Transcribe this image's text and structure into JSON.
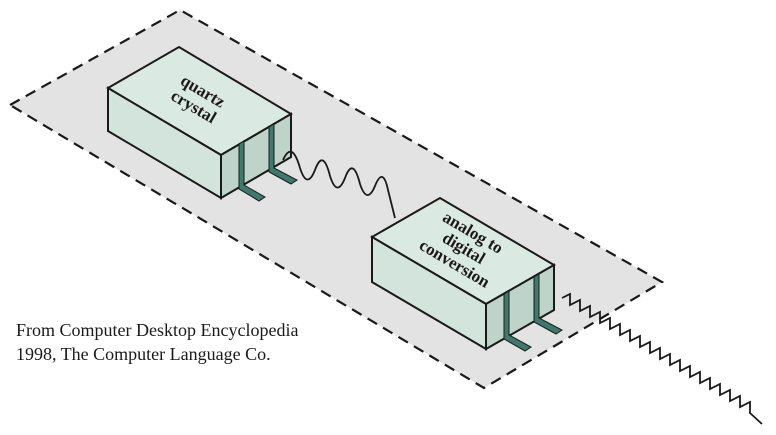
{
  "diagram": {
    "quartz_box": {
      "label_lines": [
        "quartz",
        "crystal"
      ]
    },
    "adc_box": {
      "label_lines": [
        "analog to",
        "digital",
        "conversion"
      ]
    },
    "credit": {
      "line1": "From Computer Desktop Encyclopedia",
      "line2": "1998, The Computer Language Co."
    },
    "colors": {
      "plane_fill": "#e3e3e3",
      "box_face": "#d3e4dd",
      "box_top": "#dbe9e3",
      "box_right": "#bed4cb",
      "pin": "#3d7a6b",
      "stroke": "#1a1a1a"
    }
  }
}
